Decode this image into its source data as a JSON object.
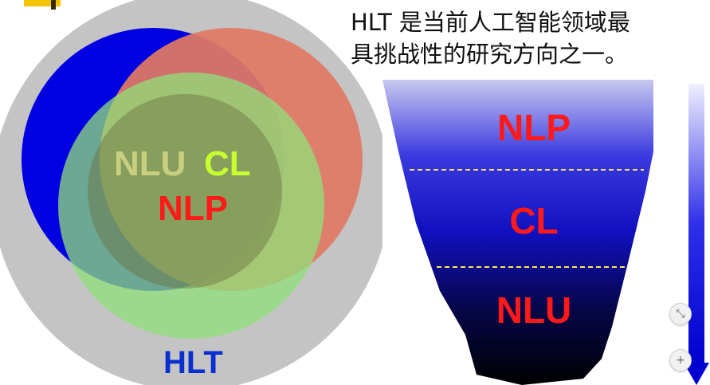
{
  "caption": {
    "line1": "HLT 是当前人工智能领域最",
    "line2": "具挑战性的研究方向之一。"
  },
  "venn": {
    "labels": {
      "outer": "HLT",
      "nlu": "NLU",
      "cl": "CL",
      "nlp": "NLP"
    },
    "colors": {
      "outer": "#c4c4c4",
      "blue": "#0000e0",
      "red": "#e07a64",
      "green": "#90e07a",
      "outer_label": "#0a2fd0",
      "nlu_label": "#c8d080",
      "cl_label": "#c8ff30",
      "nlp_label": "#ff1a1a"
    }
  },
  "funnel": {
    "layers": [
      {
        "label": "NLP"
      },
      {
        "label": "CL"
      },
      {
        "label": "NLU"
      }
    ],
    "colors": {
      "label": "#ff1a1a",
      "divider": "#ffe566",
      "top": "#c8c8f0",
      "bottom": "#000000"
    }
  },
  "controls": [
    {
      "icon": "minimize-icon",
      "glyph": "⤡"
    },
    {
      "icon": "plus-icon",
      "glyph": "+"
    }
  ]
}
